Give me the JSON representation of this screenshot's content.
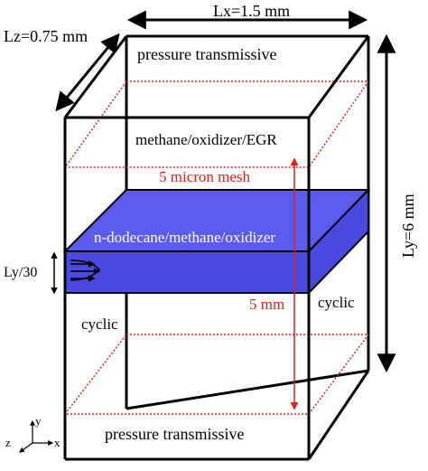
{
  "dimensions": {
    "lx": "Lx=1.5 mm",
    "lz": "Lz=0.75 mm",
    "ly": "Ly=6 mm",
    "inflow_height": "Ly/30"
  },
  "regions": {
    "top_boundary": "pressure transmissive",
    "bottom_boundary": "pressure transmissive",
    "upper_mixture": "methane/oxidizer/EGR",
    "fuel_layer": "n-dodecane/methane/oxidizer",
    "left_side": "cyclic",
    "right_side": "cyclic"
  },
  "annotations": {
    "mesh": "5 micron mesh",
    "fine_zone_height": "5 mm"
  },
  "axes": {
    "x": "x",
    "y": "y",
    "z": "z"
  },
  "colors": {
    "fuel_layer": "#5b5bf0",
    "fuel_layer_side": "#4a4ae0",
    "mesh_annotation": "#e0201a",
    "lines": "#000000"
  }
}
